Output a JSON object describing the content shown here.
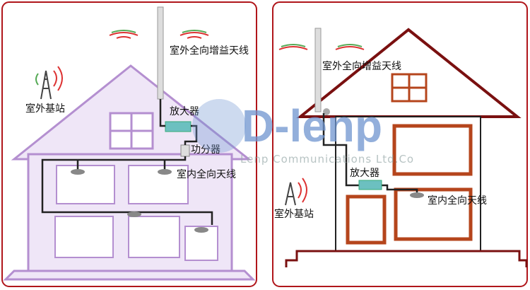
{
  "left": {
    "outdoor_antenna": "室外全向增益天线",
    "base_station": "室外基站",
    "amplifier": "放大器",
    "splitter": "功分器",
    "indoor_antenna": "室内全向天线"
  },
  "right": {
    "outdoor_antenna": "室外全向增益天线",
    "amplifier": "放大器",
    "indoor_antenna": "室内全向天线",
    "base_station": "室外基站"
  },
  "watermark": {
    "logo": "D-lenp",
    "company": "Lenp Communications Ltd.Co"
  },
  "colors": {
    "frame": "#b0161b",
    "left_house": "#b48fd0",
    "left_fill": "#efe6f7",
    "right_house": "#7a1010",
    "window": "#b5451c"
  }
}
